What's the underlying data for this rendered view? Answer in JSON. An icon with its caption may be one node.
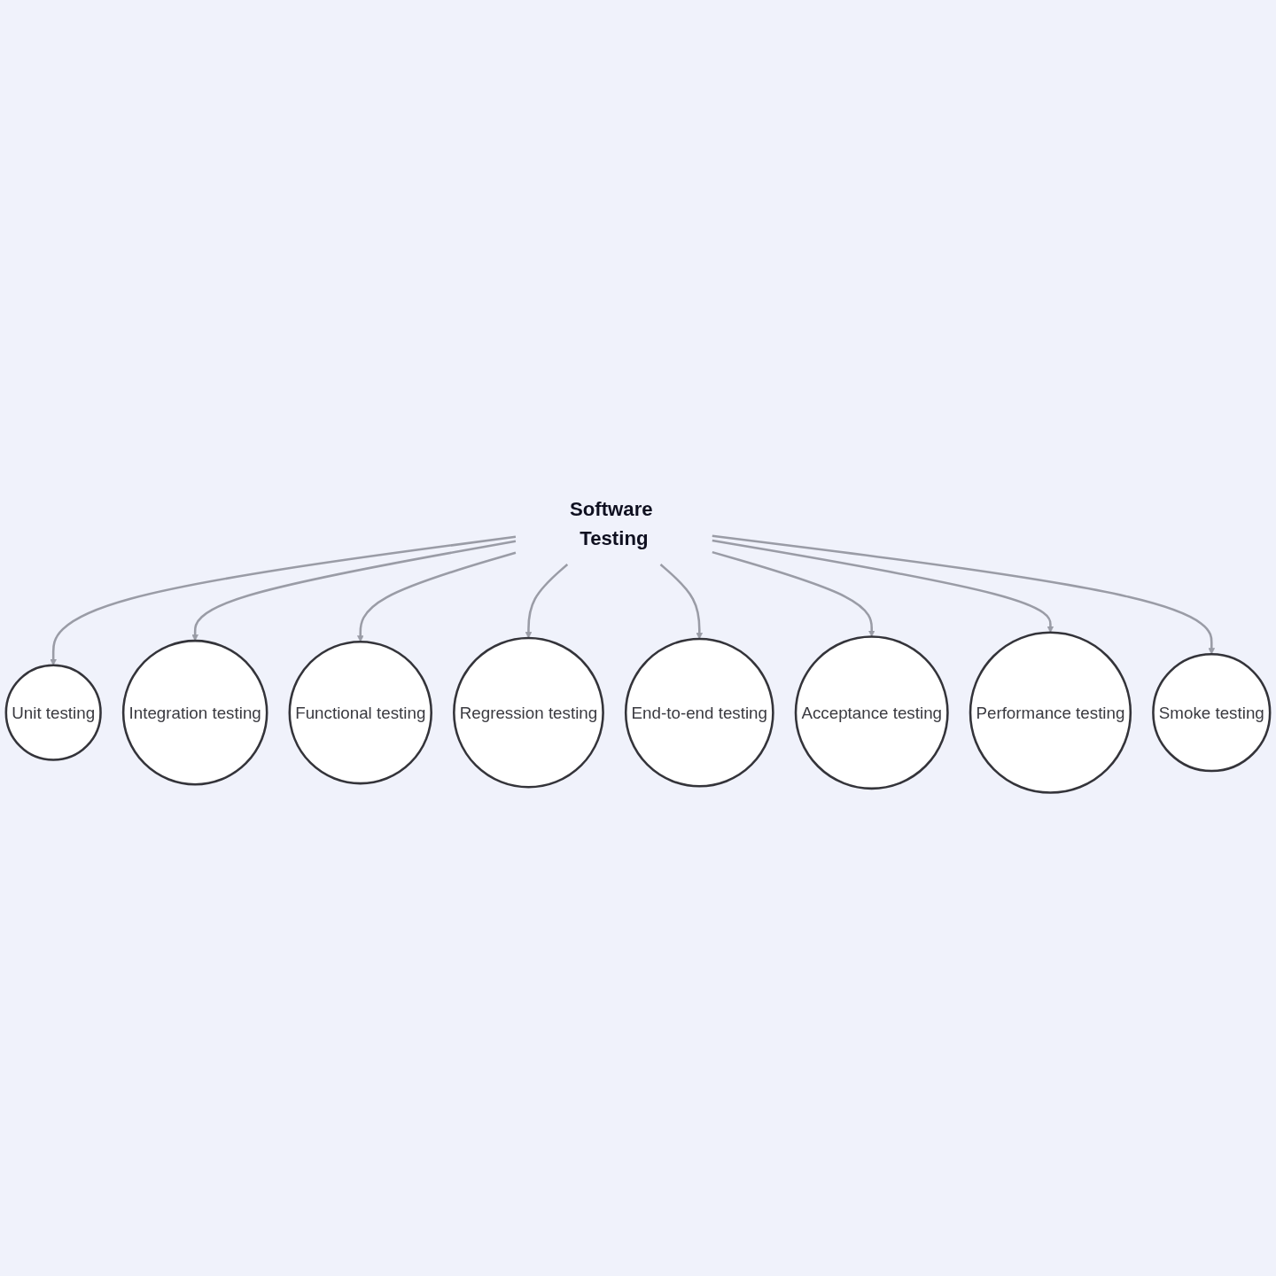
{
  "diagram": {
    "nodes": [
      {
        "text": [
          "Unit testing"
        ]
      },
      {
        "text": [
          "Smoke testing"
        ]
      },
      {
        "text": [
          "Integration testing"
        ]
      },
      {
        "text": [
          "Performance testing"
        ]
      },
      {
        "text": [
          "Software Testing"
        ]
      },
      {
        "text": [
          "Functional testing"
        ]
      },
      {
        "text": [
          "Acceptance testing"
        ]
      },
      {
        "text": [
          "Regression testing"
        ]
      },
      {
        "text": [
          "End-to-end testing"
        ]
      }
    ],
    "edges": [
      {
        "from": 4,
        "to": 0,
        "arrow": "to"
      },
      {
        "from": 4,
        "to": 2,
        "arrow": "to"
      },
      {
        "from": 4,
        "to": 5,
        "arrow": "to"
      },
      {
        "from": 4,
        "to": 7,
        "arrow": "to"
      },
      {
        "from": 4,
        "to": 8,
        "arrow": "to"
      },
      {
        "from": 4,
        "to": 6,
        "arrow": "to"
      },
      {
        "from": 4,
        "to": 3,
        "arrow": "to"
      },
      {
        "from": 4,
        "to": 1,
        "arrow": "to"
      }
    ]
  }
}
